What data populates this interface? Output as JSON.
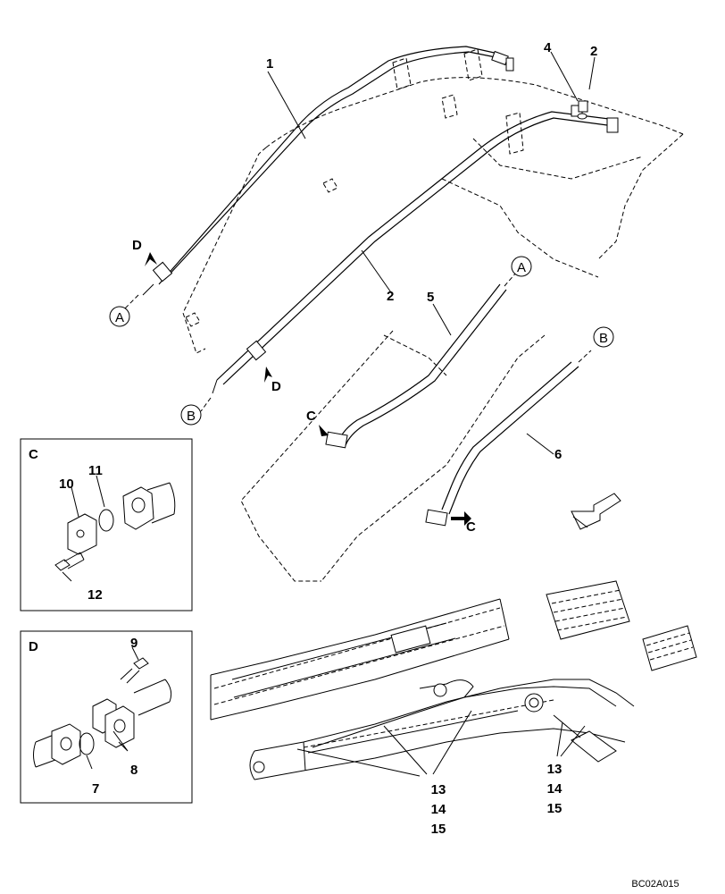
{
  "diagram": {
    "reference": "BC02A015",
    "part_numbers": {
      "p1": "1",
      "p2a": "2",
      "p2b": "2",
      "p4": "4",
      "p5": "5",
      "p6": "6",
      "p7": "7",
      "p8": "8",
      "p9": "9",
      "p10": "10",
      "p11": "11",
      "p12": "12",
      "group_left": [
        "13",
        "14",
        "15"
      ],
      "group_right": [
        "13",
        "14",
        "15"
      ]
    },
    "connection_labels": {
      "a1": "A",
      "a2": "A",
      "b1": "B",
      "b2": "B"
    },
    "view_labels": {
      "d1": "D",
      "d2": "D",
      "c1": "C",
      "c2": "C"
    },
    "detail_boxes": {
      "c_title": "C",
      "d_title": "D"
    }
  }
}
